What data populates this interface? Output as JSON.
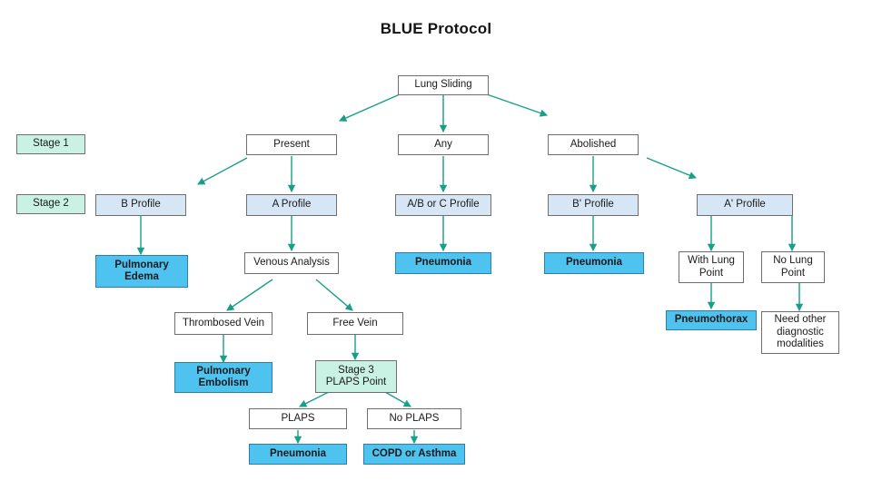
{
  "title": "BLUE Protocol",
  "colors": {
    "plain_fill": "#ffffff",
    "stage_fill": "#c9f2e4",
    "profile_fill": "#d6e6f4",
    "diagnosis_fill": "#4ec3f0",
    "border": "#6e6e6e",
    "arrow": "#17a086",
    "text": "#1a1a1a"
  },
  "stage_labels": {
    "stage1": "Stage 1",
    "stage2": "Stage 2"
  },
  "nodes": {
    "lung_sliding": "Lung Sliding",
    "present": "Present",
    "any": "Any",
    "abolished": "Abolished",
    "b_profile": "B Profile",
    "a_profile": "A Profile",
    "ab_or_c_profile": "A/B or C Profile",
    "b_prime_profile": "B' Profile",
    "a_prime_profile": "A' Profile",
    "pulmonary_edema": "Pulmonary\nEdema",
    "venous_analysis": "Venous Analysis",
    "pneumonia_center": "Pneumonia",
    "pneumonia_bprime": "Pneumonia",
    "with_lung_point": "With Lung\nPoint",
    "no_lung_point": "No Lung\nPoint",
    "pneumothorax": "Pneumothorax",
    "need_other": "Need other\ndiagnostic\nmodalities",
    "thrombosed_vein": "Thrombosed Vein",
    "free_vein": "Free Vein",
    "pulmonary_embolism": "Pulmonary\nEmbolism",
    "stage3_plaps_point": "Stage 3\nPLAPS Point",
    "plaps": "PLAPS",
    "no_plaps": "No PLAPS",
    "pneumonia_plaps": "Pneumonia",
    "copd_or_asthma": "COPD or Asthma"
  }
}
